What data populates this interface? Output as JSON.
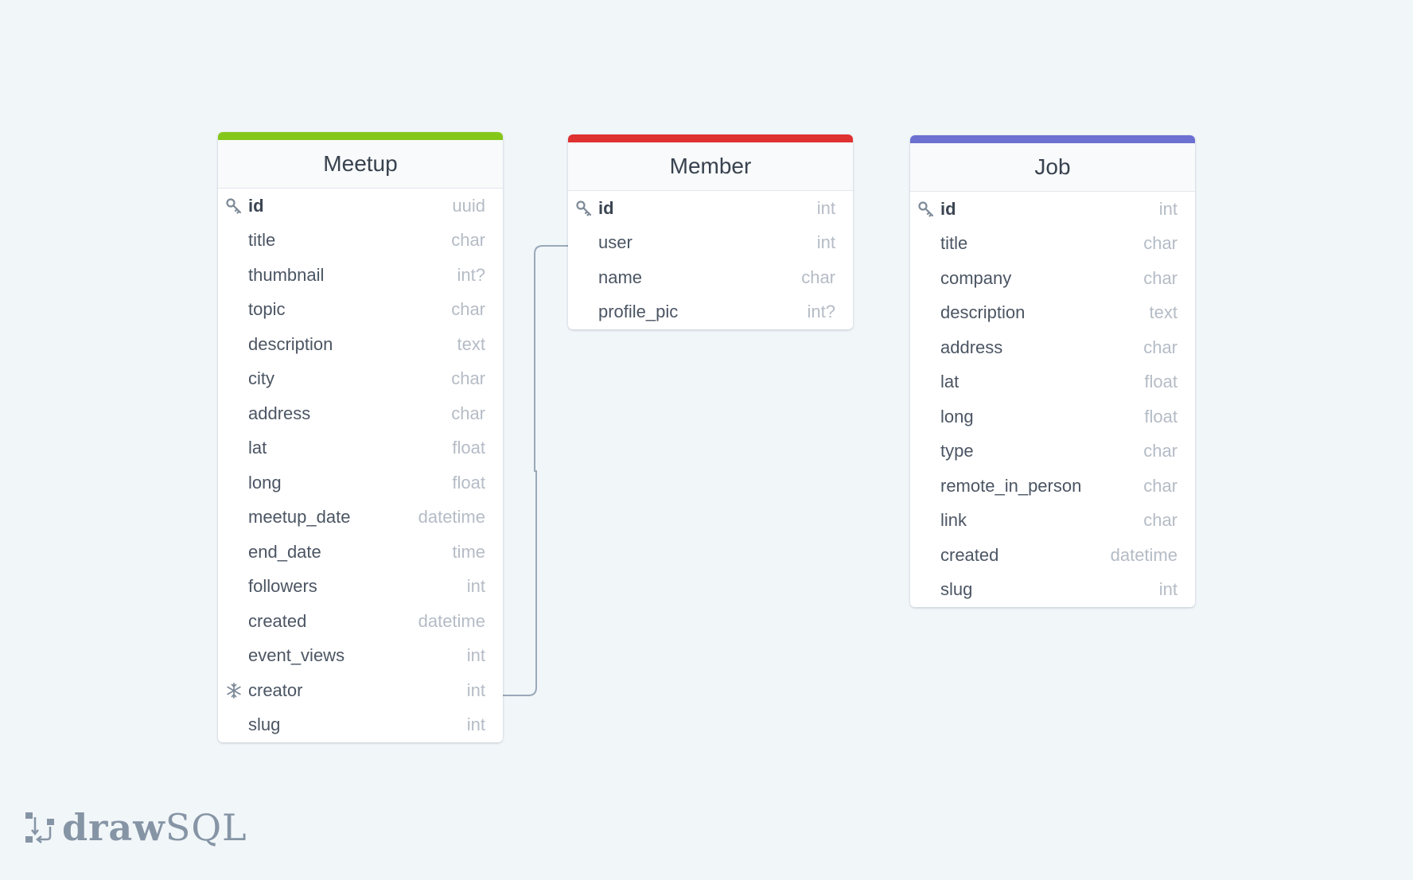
{
  "tables": {
    "meetup": {
      "name": "Meetup",
      "accent": "#84c71a",
      "rows": [
        {
          "name": "id",
          "type": "uuid",
          "icon": "key-icon"
        },
        {
          "name": "title",
          "type": "char"
        },
        {
          "name": "thumbnail",
          "type": "int?"
        },
        {
          "name": "topic",
          "type": "char"
        },
        {
          "name": "description",
          "type": "text"
        },
        {
          "name": "city",
          "type": "char"
        },
        {
          "name": "address",
          "type": "char"
        },
        {
          "name": "lat",
          "type": "float"
        },
        {
          "name": "long",
          "type": "float"
        },
        {
          "name": "meetup_date",
          "type": "datetime"
        },
        {
          "name": "end_date",
          "type": "time"
        },
        {
          "name": "followers",
          "type": "int"
        },
        {
          "name": "created",
          "type": "datetime"
        },
        {
          "name": "event_views",
          "type": "int"
        },
        {
          "name": "creator",
          "type": "int",
          "icon": "foreign-key-icon"
        },
        {
          "name": "slug",
          "type": "int"
        }
      ]
    },
    "member": {
      "name": "Member",
      "accent": "#e03131",
      "rows": [
        {
          "name": "id",
          "type": "int",
          "icon": "key-icon"
        },
        {
          "name": "user",
          "type": "int"
        },
        {
          "name": "name",
          "type": "char"
        },
        {
          "name": "profile_pic",
          "type": "int?"
        }
      ]
    },
    "job": {
      "name": "Job",
      "accent": "#6b70d1",
      "rows": [
        {
          "name": "id",
          "type": "int",
          "icon": "key-icon"
        },
        {
          "name": "title",
          "type": "char"
        },
        {
          "name": "company",
          "type": "char"
        },
        {
          "name": "description",
          "type": "text"
        },
        {
          "name": "address",
          "type": "char"
        },
        {
          "name": "lat",
          "type": "float"
        },
        {
          "name": "long",
          "type": "float"
        },
        {
          "name": "type",
          "type": "char"
        },
        {
          "name": "remote_in_person",
          "type": "char"
        },
        {
          "name": "link",
          "type": "char"
        },
        {
          "name": "created",
          "type": "datetime"
        },
        {
          "name": "slug",
          "type": "int"
        }
      ]
    }
  },
  "relationships": [
    {
      "from": "Meetup.creator",
      "to": "Member.user"
    }
  ],
  "logo": {
    "bold": "draw",
    "light": "SQL"
  }
}
